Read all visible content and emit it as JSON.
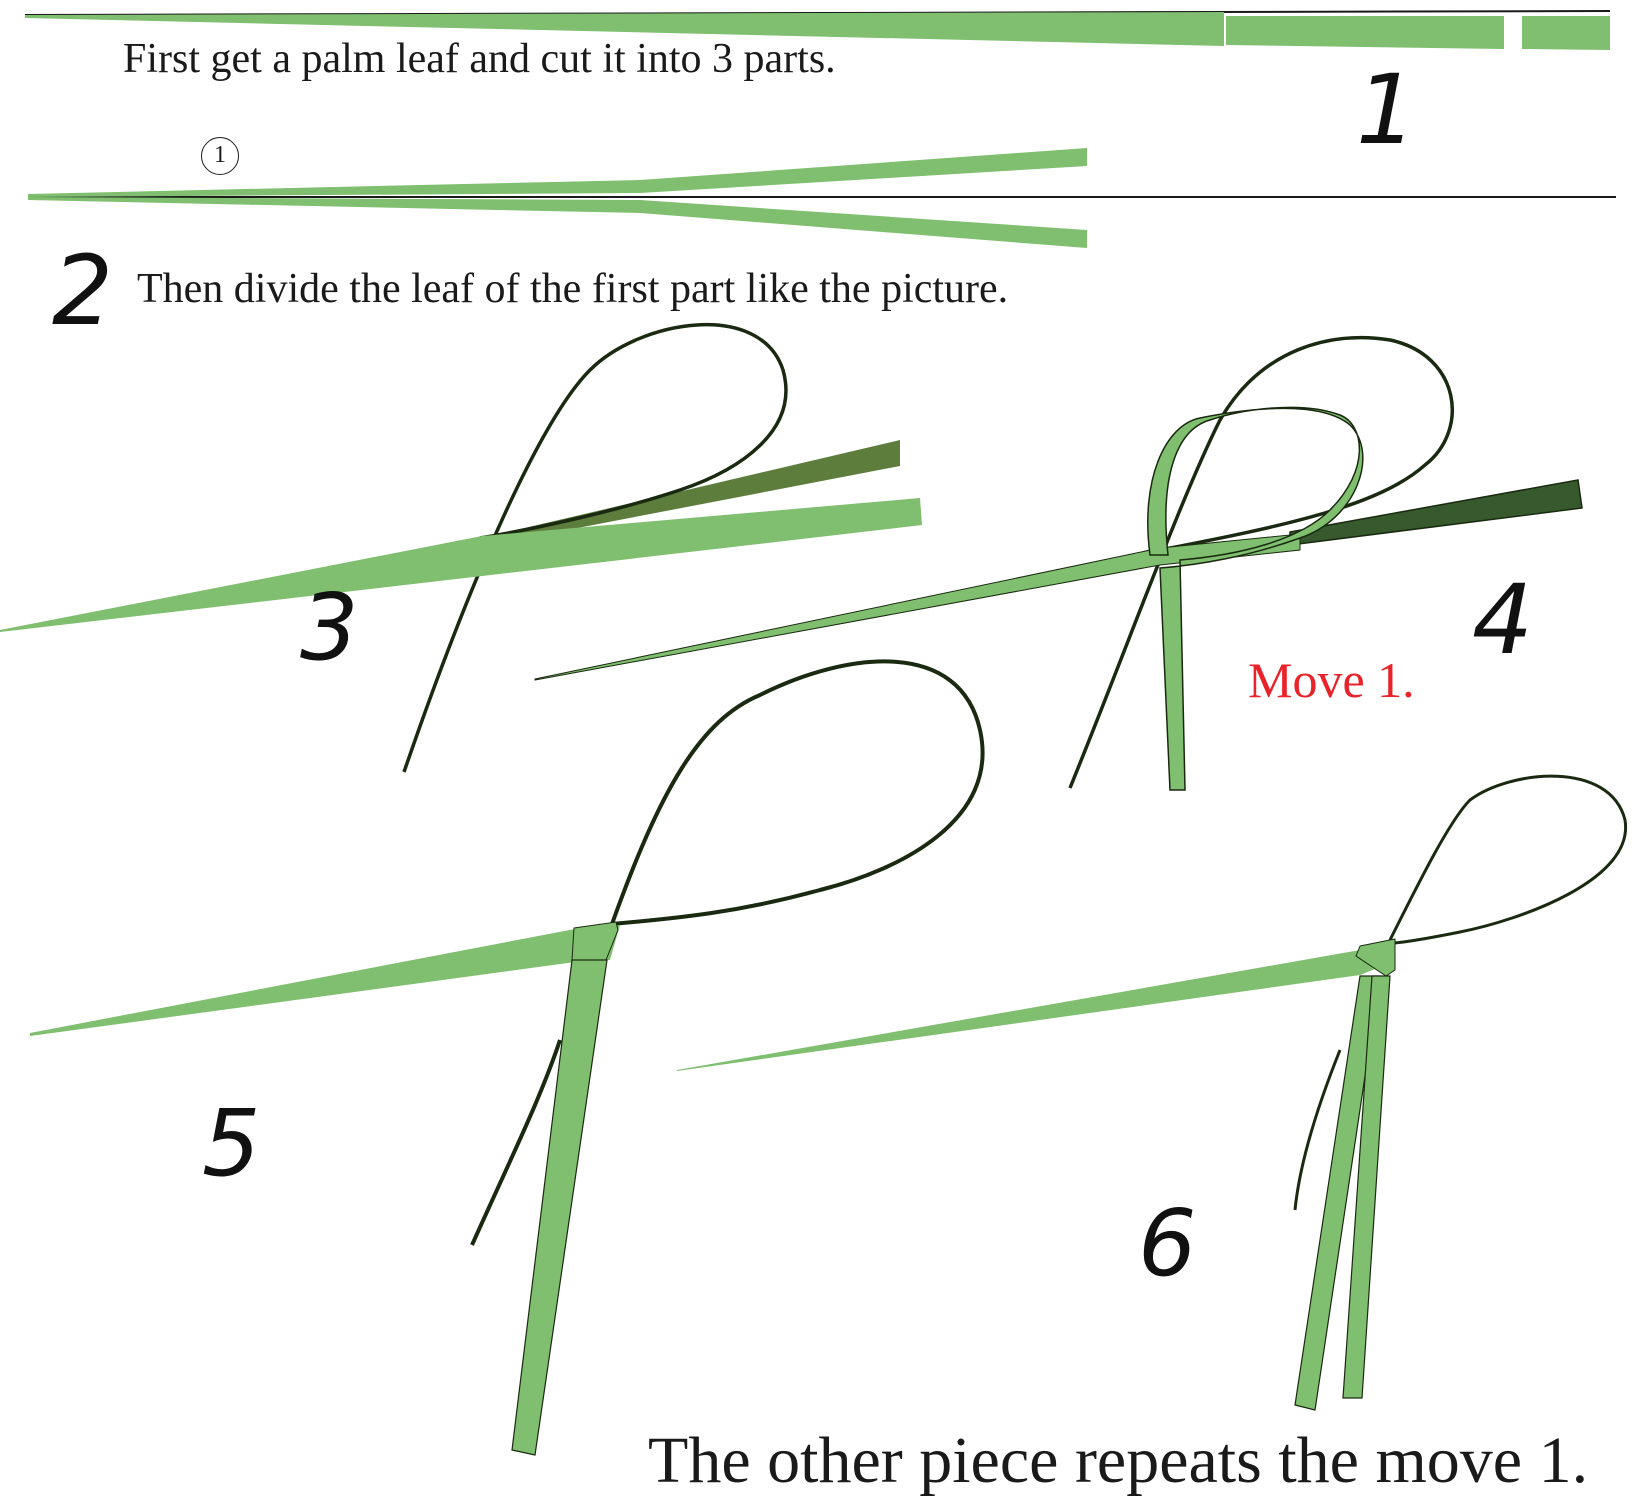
{
  "captions": {
    "step1": "First get a palm leaf and cut it into 3 parts.",
    "step2": "Then divide the leaf of the first part like the picture.",
    "move": "Move 1.",
    "final": "The other piece repeats the move 1."
  },
  "marker": "1",
  "step_numbers": [
    "1",
    "2",
    "3",
    "4",
    "5",
    "6"
  ],
  "colors": {
    "leaf_light": "#7fbf6f",
    "leaf_dark": "#5d7d3d",
    "leaf_darkest": "#365a2e",
    "stroke": "#1a2a10",
    "move_text": "#e8232a",
    "text": "#1a1a1a"
  }
}
